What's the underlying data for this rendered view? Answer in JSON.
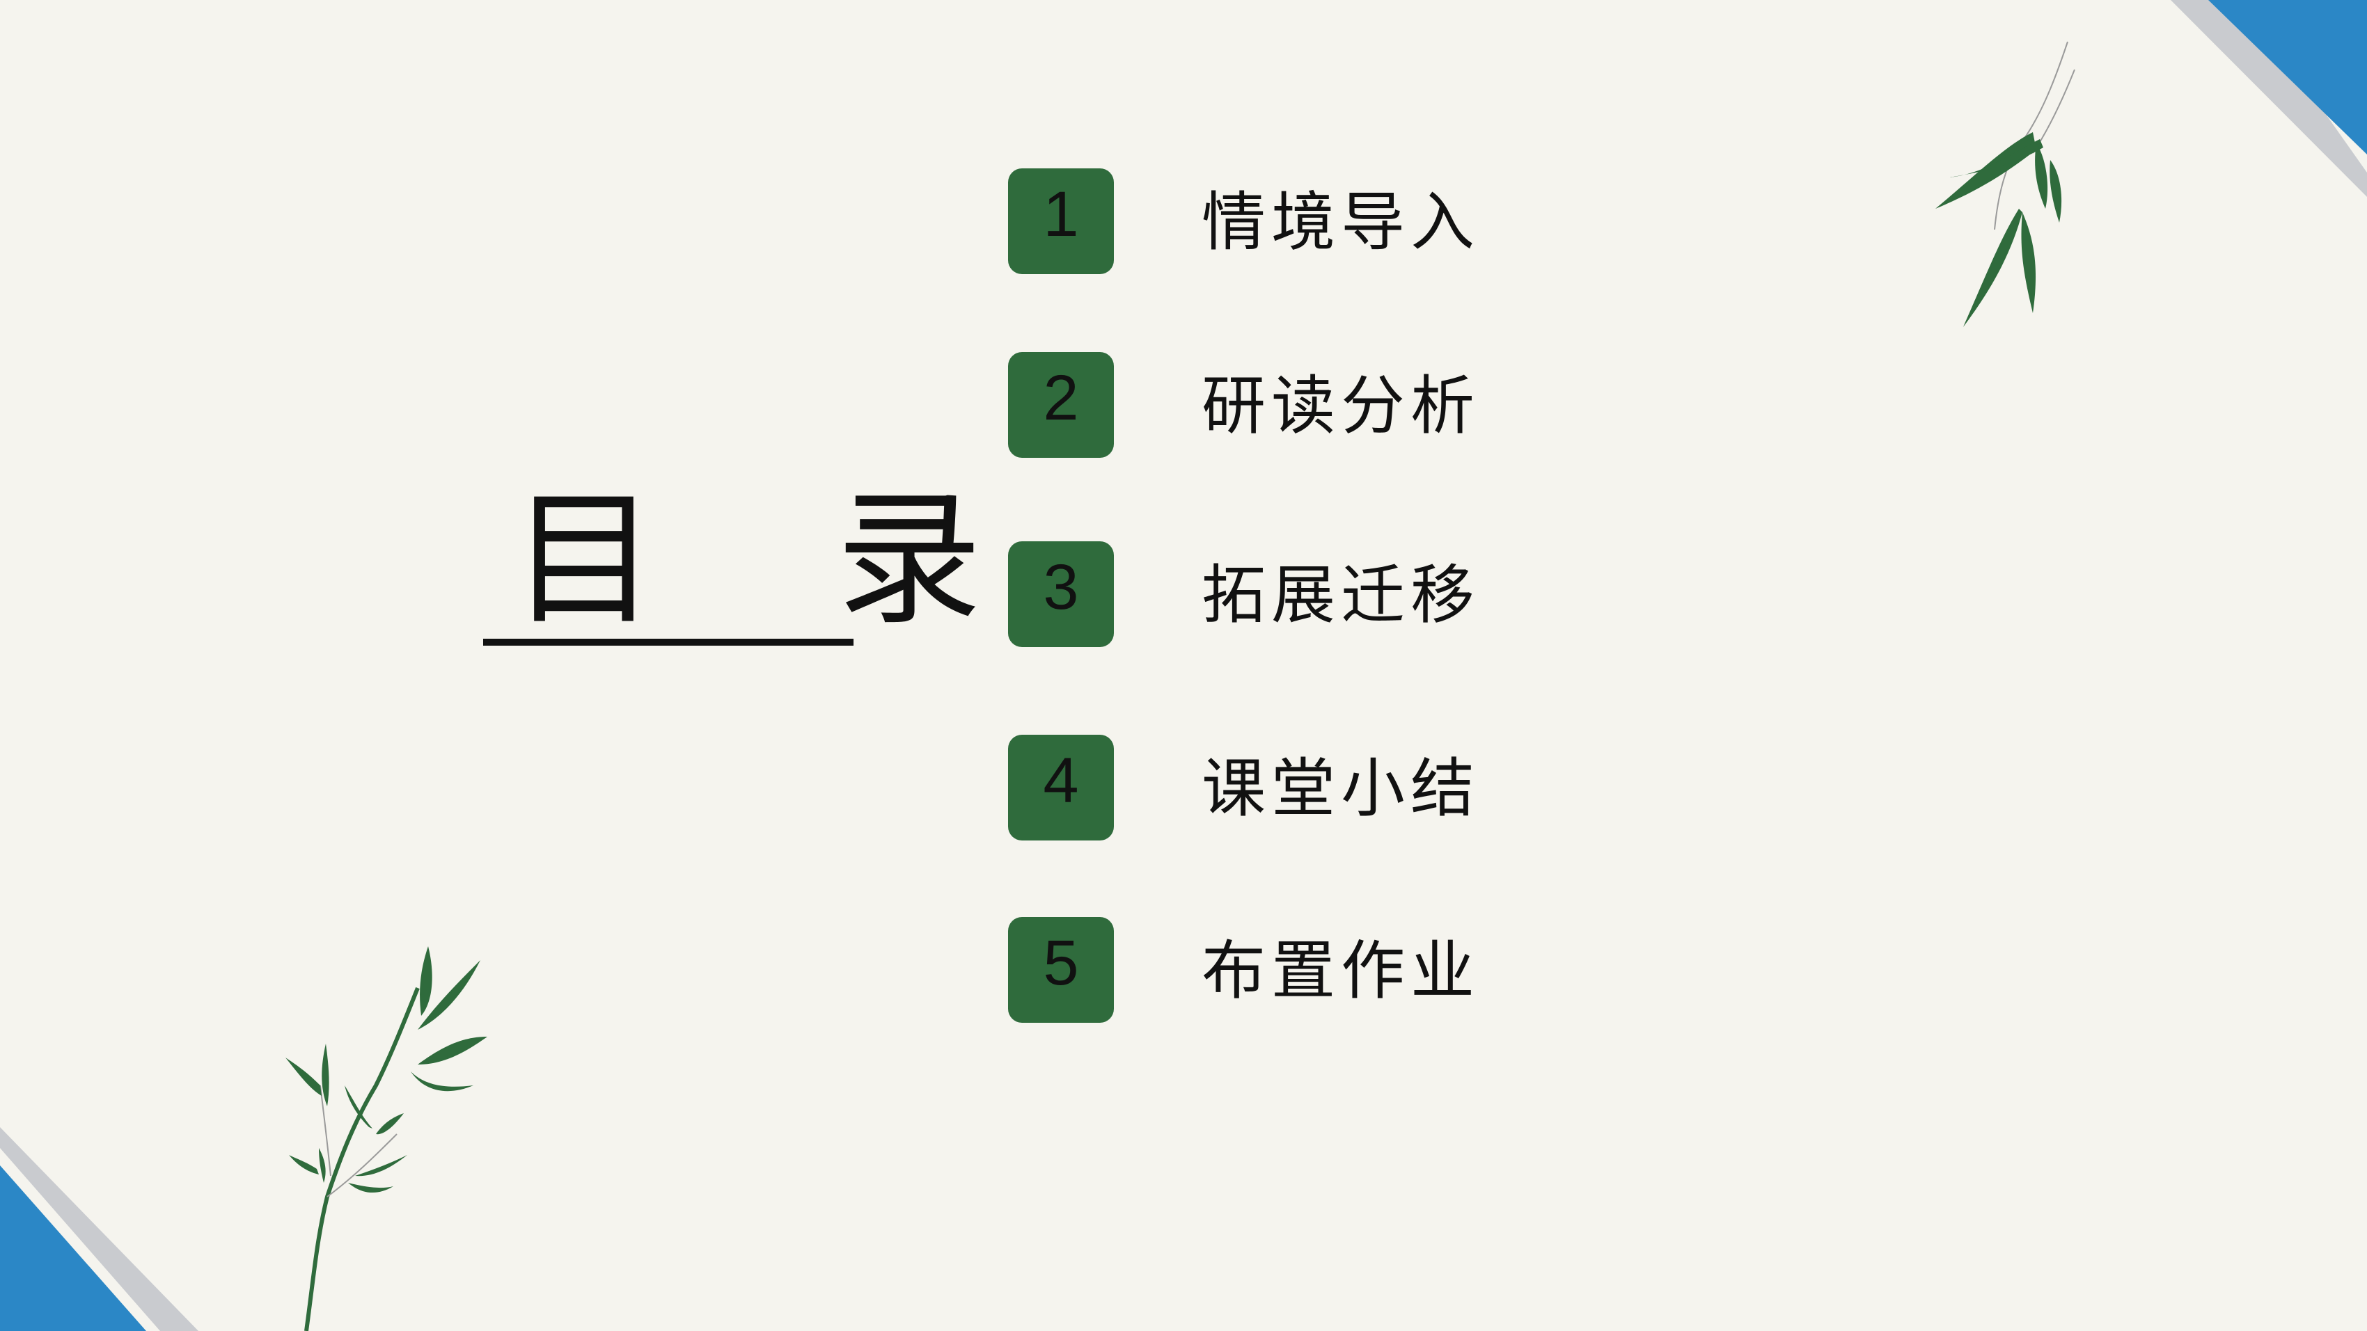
{
  "title": "目 录",
  "menu": {
    "items": [
      {
        "number": "1",
        "label": "情境导入"
      },
      {
        "number": "2",
        "label": "研读分析"
      },
      {
        "number": "3",
        "label": "拓展迁移"
      },
      {
        "number": "4",
        "label": "课堂小结"
      },
      {
        "number": "5",
        "label": "布置作业"
      }
    ]
  },
  "colors": {
    "background": "#f5f4ee",
    "badge": "#2f6b3c",
    "corner_blue": "#2b87c6",
    "corner_gray": "#c9cbcf",
    "leaf": "#2f6b3c"
  },
  "icons": {
    "decoration_top_right": "bamboo-leaf-icon",
    "decoration_bottom_left": "bamboo-branch-icon"
  }
}
